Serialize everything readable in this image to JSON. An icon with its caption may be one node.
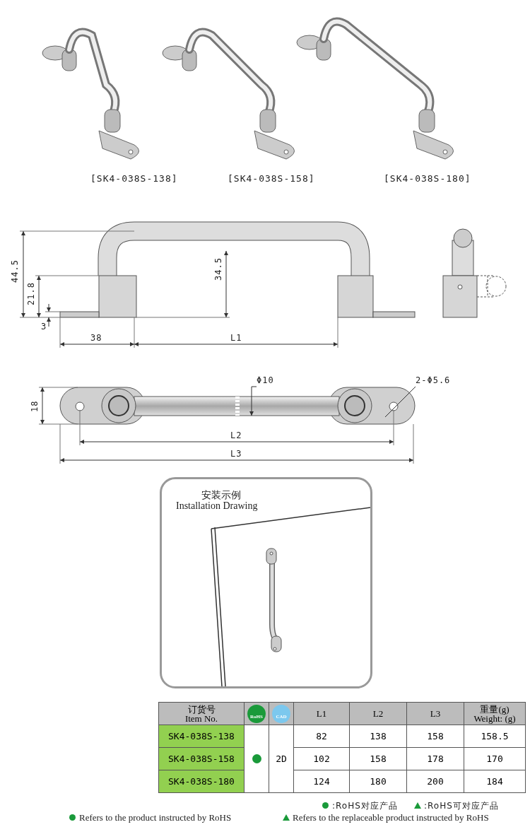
{
  "diagram": {
    "nodes": [
      {
        "text": [
          "安装示例",
          "Installation Drawing"
        ]
      },
      {
        "text": [
          "Φ10"
        ]
      },
      {
        "text": [
          "2-Φ5.6"
        ]
      }
    ],
    "edges": [
      {
        "from": 1,
        "to": null,
        "arrow": "to"
      },
      {
        "from": 2,
        "to": null,
        "arrow": "none"
      }
    ],
    "labels": [
      "[SK4-038S-138]",
      "[SK4-038S-158]",
      "[SK4-038S-180]",
      "44.5",
      "21.8",
      "34.5",
      "3",
      "38",
      "L1",
      "18",
      "L2",
      "L3",
      "订货号 Item No.",
      "RoHS",
      "CAD",
      "L1",
      "L2",
      "L3",
      "重量(g) Weight: (g)",
      "SK4-038S-138",
      "82",
      "138",
      "158",
      "158.5",
      "SK4-038S-158",
      "2D",
      "102",
      "158",
      "178",
      "170",
      "SK4-038S-180",
      "124",
      "180",
      "200",
      "184"
    ],
    "legend": [
      {
        "text": ":RoHS对应产品"
      },
      {
        "text": ":RoHS可对应产品"
      },
      {
        "text": "Refers to the product instructed by RoHS"
      },
      {
        "text": "Refers to the replaceable product instructed by RoHS"
      }
    ]
  }
}
